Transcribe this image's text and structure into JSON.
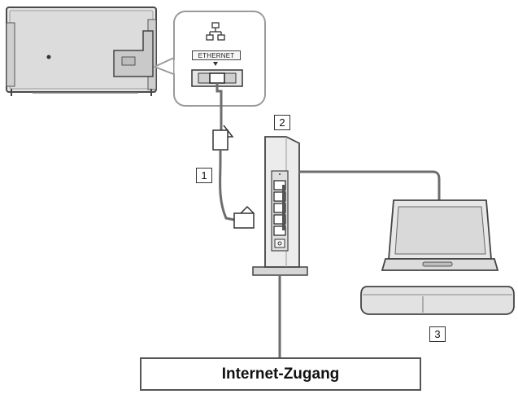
{
  "labels": {
    "ethernet": "ETHERNET",
    "internet": "Internet-Zugang",
    "callouts": [
      "1",
      "2",
      "3"
    ]
  },
  "icons": {
    "network_symbol": "network-icon"
  },
  "colors": {
    "line": "#4a4a4a",
    "device_fill": "#e9e9e9",
    "panel_fill": "#d8d8d8",
    "cable": "#6d6d6d",
    "callout_bg": "#eeeeee"
  }
}
